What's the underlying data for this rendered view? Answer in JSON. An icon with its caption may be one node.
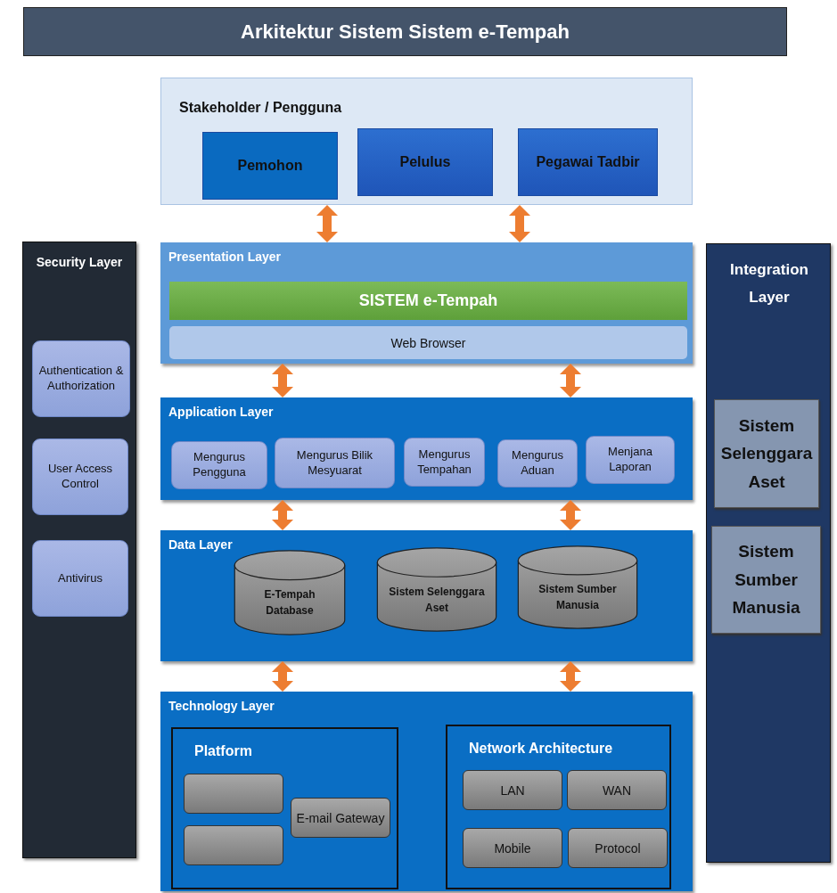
{
  "diagram": {
    "title": "Arkitektur Sistem Sistem e-Tempah",
    "nodes": [
      {
        "text": [
          "Stakeholder / Pengguna"
        ]
      },
      {
        "text": [
          "Pemohon"
        ],
        "in": 0
      },
      {
        "text": [
          "Pelulus"
        ],
        "in": 0
      },
      {
        "text": [
          "Pegawai Tadbir"
        ],
        "in": 0
      },
      {
        "text": [
          "Security Layer"
        ]
      },
      {
        "text": [
          "Authentication & Authorization"
        ],
        "in": 4
      },
      {
        "text": [
          "User Access Control"
        ],
        "in": 4
      },
      {
        "text": [
          "Antivirus"
        ],
        "in": 4
      },
      {
        "text": [
          "Presentation Layer"
        ]
      },
      {
        "text": [
          "SISTEM e-Tempah"
        ],
        "in": 8
      },
      {
        "text": [
          "Web Browser"
        ],
        "in": 8
      },
      {
        "text": [
          "Application Layer"
        ]
      },
      {
        "text": [
          "Mengurus Pengguna"
        ],
        "in": 11
      },
      {
        "text": [
          "Mengurus Bilik Mesyuarat"
        ],
        "in": 11
      },
      {
        "text": [
          "Mengurus Tempahan"
        ],
        "in": 11
      },
      {
        "text": [
          "Mengurus Aduan"
        ],
        "in": 11
      },
      {
        "text": [
          "Menjana Laporan"
        ],
        "in": 11
      },
      {
        "text": [
          "Data Layer"
        ]
      },
      {
        "text": [
          "E-Tempah Database"
        ],
        "in": 17
      },
      {
        "text": [
          "Sistem Selenggara Aset"
        ],
        "in": 17
      },
      {
        "text": [
          "Sistem Sumber Manusia"
        ],
        "in": 17
      },
      {
        "text": [
          "Technology Layer"
        ]
      },
      {
        "text": [
          "Platform"
        ],
        "in": 21
      },
      {
        "text": [],
        "shape": "box",
        "in": 22
      },
      {
        "text": [
          "E-mail Gateway"
        ],
        "in": 22
      },
      {
        "text": [],
        "shape": "box",
        "in": 22
      },
      {
        "text": [
          "Network Architecture"
        ],
        "in": 21
      },
      {
        "text": [
          "LAN"
        ],
        "in": 26
      },
      {
        "text": [
          "WAN"
        ],
        "in": 26
      },
      {
        "text": [
          "Mobile"
        ],
        "in": 26
      },
      {
        "text": [
          "Protocol"
        ],
        "in": 26
      },
      {
        "text": [
          "Integration Layer"
        ]
      },
      {
        "text": [
          "Sistem Selenggara Aset"
        ],
        "in": 31
      },
      {
        "text": [
          "Sistem Sumber Manusia"
        ],
        "in": 31
      }
    ],
    "edges": [
      {
        "from": 0,
        "to": 8,
        "arrow": "both"
      },
      {
        "from": 0,
        "to": 8,
        "arrow": "both"
      },
      {
        "from": 8,
        "to": 11,
        "arrow": "both"
      },
      {
        "from": 8,
        "to": 11,
        "arrow": "both"
      },
      {
        "from": 11,
        "to": 17,
        "arrow": "both"
      },
      {
        "from": 11,
        "to": 17,
        "arrow": "both"
      },
      {
        "from": 17,
        "to": 21,
        "arrow": "both"
      },
      {
        "from": 17,
        "to": 21,
        "arrow": "both"
      }
    ]
  }
}
